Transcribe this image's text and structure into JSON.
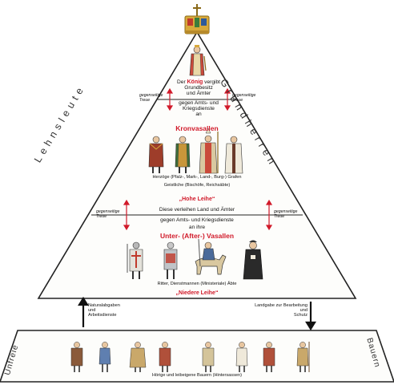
{
  "pyramid": {
    "side_left": "Lehnsleute",
    "side_right": "Grundherren",
    "king_block": {
      "prefix": "Der",
      "king": "König",
      "verb": "vergibt",
      "line2": "Grundbesitz",
      "line3": "und Ämter",
      "line4": "gegen Amts- und",
      "line5": "Kriegsdienste",
      "line6": "an"
    },
    "treue_label_line1": "gegenseitige",
    "treue_label_line2": "Treue",
    "kronvasallen": "Kronvasallen",
    "kron_desc1": "Herzöge (Pfalz-, Mark-, Land-, Burg-) Grafen",
    "kron_desc2": "Geistliche (Bischöfe, Reichsäbte)",
    "hohe_leihe": "„Hohe Leihe“",
    "middle_block": {
      "line1": "Diese verleihen Land und Ämter",
      "line2": "gegen Amts- und Kriegsdienste",
      "line3": "an ihre"
    },
    "untervasallen": "Unter- (After-) Vasallen",
    "unter_desc": "Ritter, Dienstmannen (Ministeriale) Äbte",
    "niedere_leihe": "„Niedere Leihe“"
  },
  "bottom": {
    "left_arrow_line1": "Naturalabgaben",
    "left_arrow_line2": "und",
    "left_arrow_line3": "Arbeitsdienste",
    "right_arrow_line1": "Landgabe zur Bearbeitung",
    "right_arrow_line2": "und",
    "right_arrow_line3": "Schutz",
    "base_left": "Unfreie",
    "base_right": "Bauern",
    "base_caption": "Hörige und leibeigene Bauern (Hintersassen)"
  },
  "colors": {
    "accent_red": "#d11a2a",
    "line": "#222222",
    "crown_gold": "#d8a93a"
  },
  "icons": [
    "crown-icon",
    "king-figure-icon",
    "noble-figure-icon",
    "bishop-figure-icon",
    "knight-figure-icon",
    "rider-on-horse-icon",
    "monk-figure-icon",
    "peasant-figure-icon"
  ]
}
